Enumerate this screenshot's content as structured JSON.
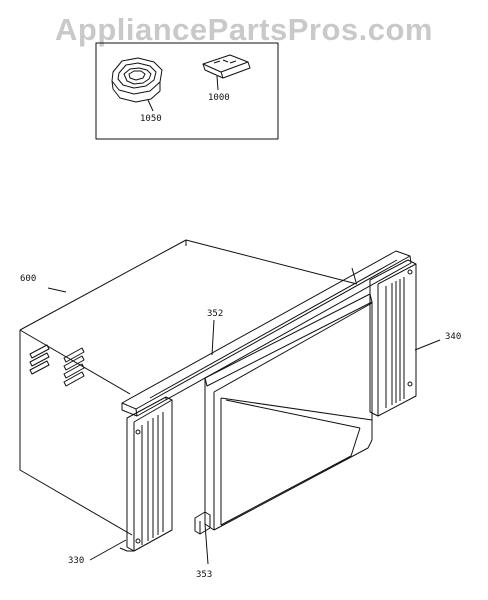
{
  "watermark": "AppliancePartsPros.com",
  "colors": {
    "line": "#111111",
    "watermark": "#c9c9c9",
    "background": "#ffffff"
  },
  "callouts": {
    "part_1050": "1050",
    "part_1000": "1000",
    "part_600": "600",
    "part_352": "352",
    "part_340": "340",
    "part_330": "330",
    "part_353": "353"
  }
}
